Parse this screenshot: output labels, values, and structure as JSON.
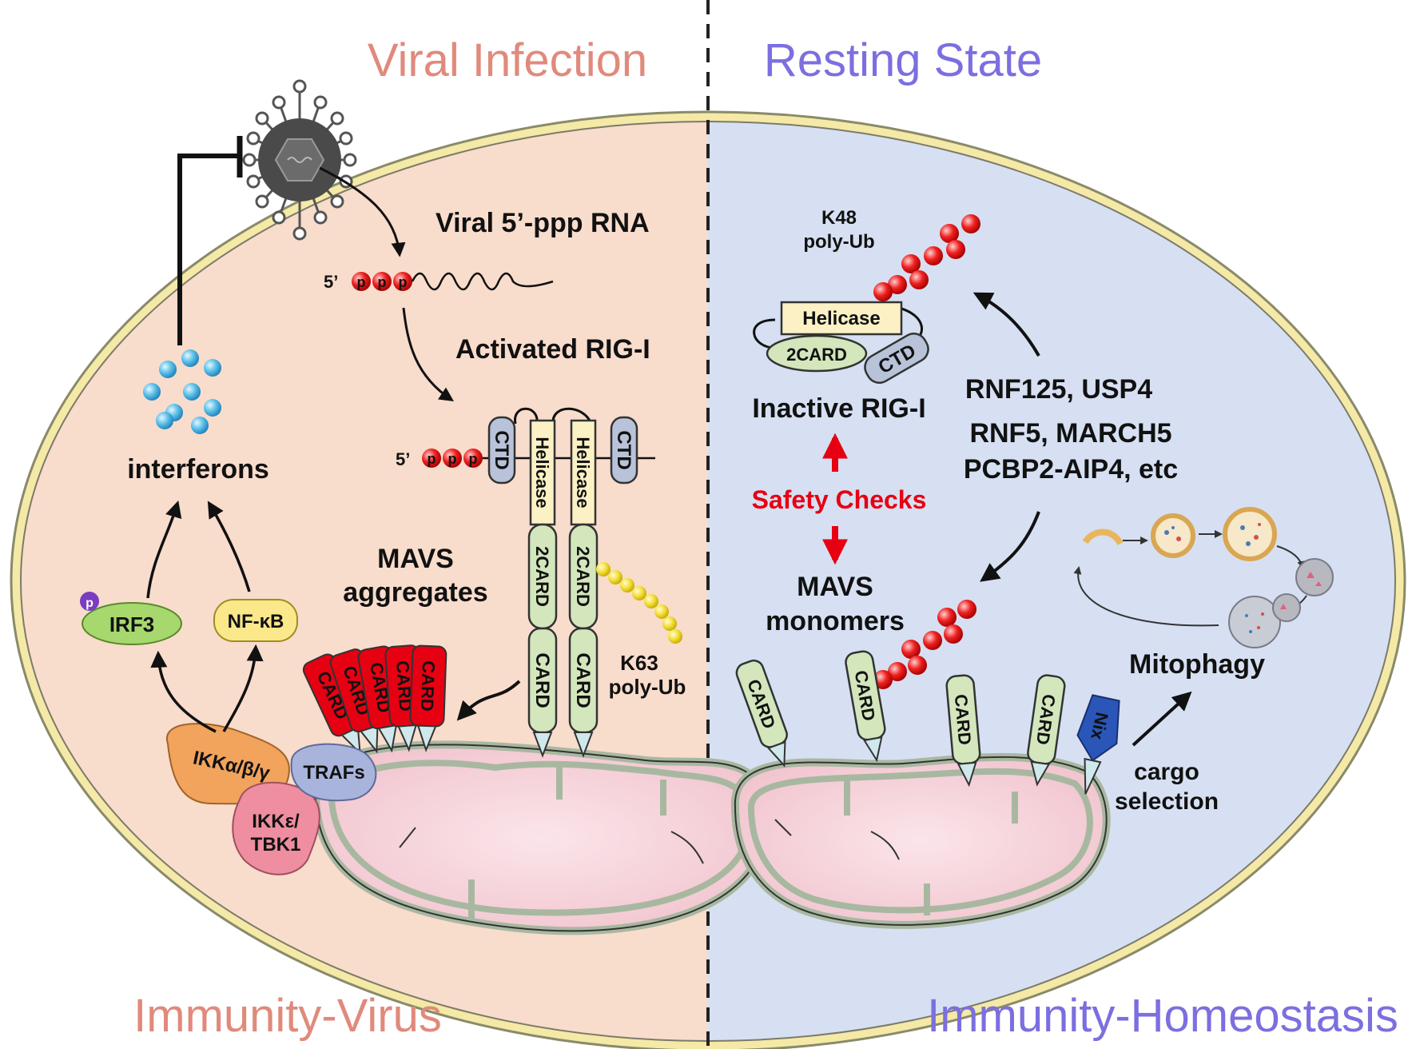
{
  "headings": {
    "viral_infection": "Viral Infection",
    "resting_state": "Resting State",
    "immunity_virus": "Immunity-Virus",
    "immunity_homeostasis": "Immunity-Homeostasis"
  },
  "left": {
    "viral_rna_label": "Viral 5’-ppp RNA",
    "five_prime": "5’",
    "phosphate": "p",
    "activated_rig_label": "Activated RIG-I",
    "interferons_label": "interferons",
    "mavs_aggregates_label": [
      "MAVS",
      "aggregates"
    ],
    "k63_label": [
      "K63",
      "poly-Ub"
    ],
    "ctd": "CTD",
    "helicase": "Helicase",
    "two_card": "2CARD",
    "card": "CARD",
    "irf3": "IRF3",
    "nfkb": "NF-κB",
    "ikk_abg": "IKKα/β/γ",
    "trafs": "TRAFs",
    "ikke_tbk1": [
      "IKKε/",
      "TBK1"
    ]
  },
  "right": {
    "k48_label": [
      "K48",
      "poly-Ub"
    ],
    "helicase": "Helicase",
    "two_card": "2CARD",
    "ctd": "CTD",
    "inactive_rig_label": "Inactive RIG-I",
    "safety_checks_label": "Safety Checks",
    "mavs_monomers_label": [
      "MAVS",
      "monomers"
    ],
    "regulators": [
      "RNF125, USP4",
      "RNF5, MARCH5",
      "PCBP2-AIP4, etc"
    ],
    "mitophagy_label": "Mitophagy",
    "cargo_selection_label": [
      "cargo",
      "selection"
    ],
    "nix": "Nix",
    "card": "CARD"
  },
  "colors": {
    "heading_left": "#e08a7c",
    "heading_right": "#7b6fe0",
    "cell_left_fill": "#f8dccc",
    "cell_right_fill": "#d6e0f2",
    "membrane": "#f4e9a6",
    "red_accent": "#e60012",
    "card_green": "#d3e6bc",
    "helicase_yellow": "#fbf1c5"
  }
}
